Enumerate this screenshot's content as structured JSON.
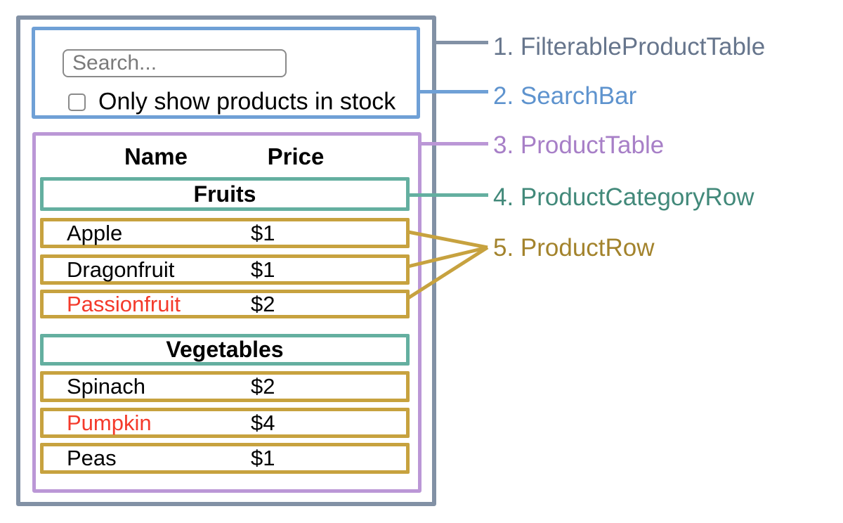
{
  "colors": {
    "background": "#FFFFFF",
    "slate": "#8291A5",
    "blue": "#6FA0D6",
    "purple": "#BB97D6",
    "teal": "#64AFA0",
    "gold": "#C7A23F",
    "label_slate": "#66758C",
    "label_blue": "#5E93CE",
    "label_purple": "#A77FC7",
    "label_teal": "#42897A",
    "label_gold": "#A3832C",
    "red": "#F43A2B",
    "control_border": "#8A8A8A",
    "placeholder": "#7A7A7A",
    "text": "#000000"
  },
  "search_bar": {
    "placeholder": "Search...",
    "checkbox_label": "Only show products in stock",
    "checkbox_checked": false
  },
  "product_table": {
    "headers": {
      "name": "Name",
      "price": "Price"
    },
    "rows": [
      {
        "type": "category",
        "text": "Fruits"
      },
      {
        "type": "product",
        "name": "Apple",
        "price": "$1",
        "name_red": false
      },
      {
        "type": "product",
        "name": "Dragonfruit",
        "price": "$1",
        "name_red": false
      },
      {
        "type": "product",
        "name": "Passionfruit",
        "price": "$2",
        "name_red": true
      },
      {
        "type": "category",
        "text": "Vegetables"
      },
      {
        "type": "product",
        "name": "Spinach",
        "price": "$2",
        "name_red": false
      },
      {
        "type": "product",
        "name": "Pumpkin",
        "price": "$4",
        "name_red": true
      },
      {
        "type": "product",
        "name": "Peas",
        "price": "$1",
        "name_red": false
      }
    ]
  },
  "legend": {
    "items": [
      {
        "text": "1. FilterableProductTable"
      },
      {
        "text": "2. SearchBar"
      },
      {
        "text": "3. ProductTable"
      },
      {
        "text": "4. ProductCategoryRow"
      },
      {
        "text": "5. ProductRow"
      }
    ]
  }
}
